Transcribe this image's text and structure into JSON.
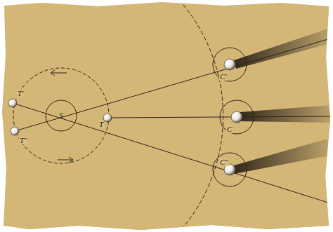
{
  "diagram": {
    "nodes": [
      {
        "text": [
          "S"
        ]
      }
    ],
    "labels": [
      "T'",
      "T''",
      "T",
      "C'",
      "C",
      "C''"
    ]
  }
}
